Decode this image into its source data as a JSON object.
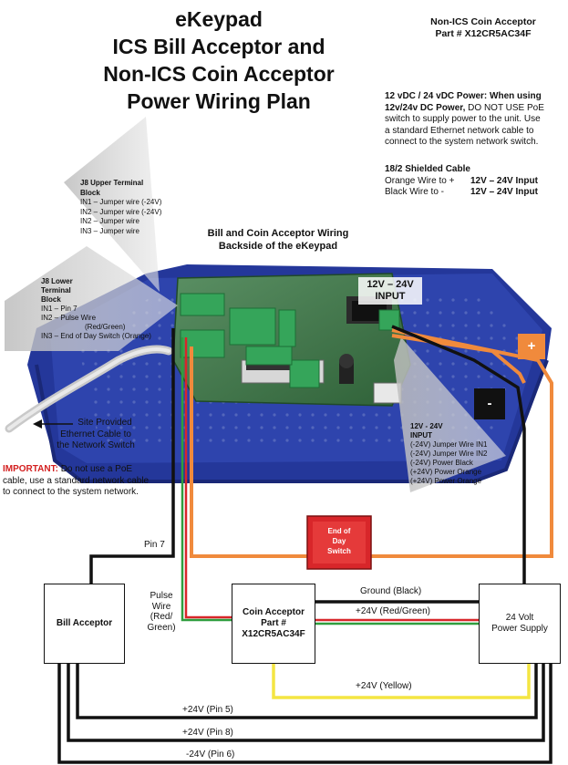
{
  "title": {
    "line1": "eKeypad",
    "line2": "ICS Bill Acceptor and",
    "line3": "Non-ICS Coin Acceptor",
    "line4": "Power Wiring Plan"
  },
  "top_right": {
    "line1": "Non-ICS Coin Acceptor",
    "line2": "Part # X12CR5AC34F"
  },
  "power_note": {
    "heading": "12 vDC / 24 vDC Power:",
    "text1": " When using",
    "text2": "12v/24v DC Power,",
    "text3": " DO NOT USE PoE",
    "text4": "switch to supply power to the unit. Use",
    "text5": "a standard Ethernet network cable to",
    "text6": "connect to the system network switch."
  },
  "cable_note": {
    "heading": "18/2 Shielded Cable",
    "orange_label": "Orange Wire to  +",
    "orange_value": "12V – 24V  Input",
    "black_label": "Black Wire to   -",
    "black_value": "12V – 24V Input"
  },
  "j8_upper": {
    "title1": "J8 Upper Terminal",
    "title2": "Block",
    "lines": [
      "IN1 – Jumper wire (-24V)",
      "IN2 – Jumper wire (-24V)",
      "IN2 – Jumper wire",
      "IN3 – Jumper wire"
    ]
  },
  "j8_lower": {
    "title1": "J8 Lower",
    "title2": "Terminal",
    "title3": "Block",
    "lines": [
      "IN1 – Pin 7",
      "IN2 – Pulse Wire",
      "(Red/Green)",
      "IN3 – End of Day Switch (Orange)"
    ]
  },
  "backside": {
    "line1": "Bill and Coin Acceptor Wiring",
    "line2": "Backside of the eKeypad"
  },
  "input_label": {
    "line1": "12V – 24V",
    "line2": "INPUT"
  },
  "input_callout": {
    "title1": "12V - 24V",
    "title2": "INPUT",
    "lines": [
      "(-24V) Jumper Wire IN1",
      "(-24V) Jumper Wire IN2",
      "(-24V) Power Black",
      "(+24V) Power Orange",
      "(+24V) Power Orange"
    ]
  },
  "plus_sign": "+",
  "minus_sign": "-",
  "ethernet": {
    "line1": "Site Provided",
    "line2": "Ethernet Cable to",
    "line3": "the Network Switch"
  },
  "important": {
    "label": "IMPORTANT:",
    "text1": " Do not use a PoE",
    "text2": "cable, use a standard network cable",
    "text3": "to connect to the system network."
  },
  "switch": {
    "line1": "End of",
    "line2": "Day",
    "line3": "Switch"
  },
  "boxes": {
    "bill": "Bill Acceptor",
    "coin1": "Coin Acceptor",
    "coin2": "Part #",
    "coin3": "X12CR5AC34F",
    "psu1": "24 Volt",
    "psu2": "Power Supply"
  },
  "wires": {
    "pin7": "Pin 7",
    "pulse1": "Pulse",
    "pulse2": "Wire",
    "pulse3": "(Red/",
    "pulse4": "Green)",
    "ground": "Ground (Black)",
    "plus24_rg": "+24V (Red/Green)",
    "plus24_y": "+24V (Yellow)",
    "pin5": "+24V (Pin 5)",
    "pin8": "+24V (Pin 8)",
    "pin6": "-24V (Pin 6)"
  },
  "colors": {
    "keypad_blue": "#2b3f99",
    "board_green": "#3f7a4a",
    "terminal_green": "#35a55a",
    "orange_wire": "#f08a3c",
    "red_wire": "#d8262a",
    "green_wire": "#2f9e3e",
    "yellow_wire": "#f4e542",
    "switch_red": "#d8262a"
  }
}
